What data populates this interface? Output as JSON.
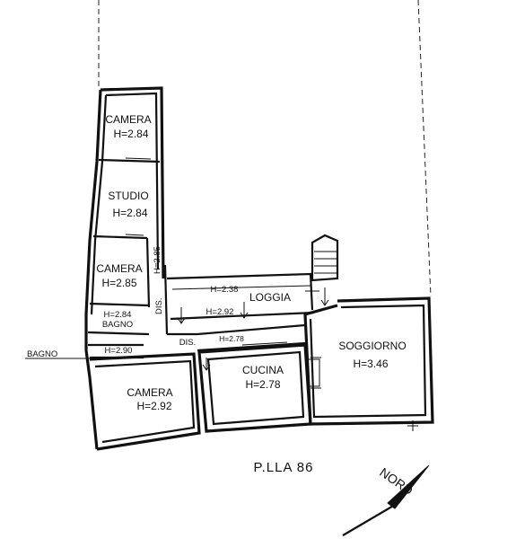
{
  "rooms": {
    "camera_top": {
      "name": "CAMERA",
      "height": "H=2.84"
    },
    "studio": {
      "name": "STUDIO",
      "height": "H=2.84"
    },
    "camera_mid": {
      "name": "CAMERA",
      "height": "H=2.85"
    },
    "bagno_small": {
      "height": "H=2.84",
      "name": "BAGNO"
    },
    "bagno_lower": {
      "height": "H=2.90"
    },
    "camera_bottom": {
      "name": "CAMERA",
      "height": "H=2.92"
    },
    "cucina": {
      "name": "CUCINA",
      "height": "H=2.78"
    },
    "soggiorno": {
      "name": "SOGGIORNO",
      "height": "H=3.46"
    },
    "loggia": {
      "name": "LOGGIA",
      "height": "H=2.38"
    }
  },
  "corridor": {
    "dis_vertical": "DIS.",
    "height_vertical": "H=2.85",
    "dis_horizontal": "DIS.",
    "height_loggia_low": "H=2.92",
    "height_hall": "H=2.78"
  },
  "external_label": "BAGNO",
  "parcel_label": "P.LLA 86",
  "north_label": "NORD"
}
